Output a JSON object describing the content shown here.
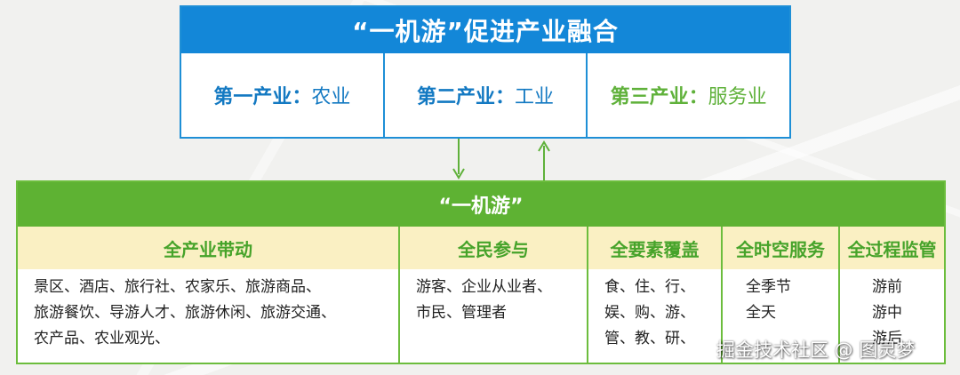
{
  "top": {
    "title": "“一机游”促进产业融合",
    "cells": [
      {
        "label": "第一产业：",
        "value": "农业"
      },
      {
        "label": "第二产业：",
        "value": "工业"
      },
      {
        "label": "第三产业：",
        "value": "服务业"
      }
    ]
  },
  "bottom": {
    "title": "“一机游”",
    "columns": [
      {
        "header": "全产业带动",
        "lines": [
          "景区、酒店、旅行社、农家乐、旅游商品、",
          "旅游餐饮、导游人才、旅游休闲、旅游交通、",
          "农产品、农业观光、"
        ]
      },
      {
        "header": "全民参与",
        "lines": [
          "游客、企业从业者、",
          "市民、管理者"
        ]
      },
      {
        "header": "全要素覆盖",
        "lines": [
          "食、住、行、",
          "娱、购、游、",
          "管、教、研、"
        ]
      },
      {
        "header": "全时空服务",
        "lines": [
          "全季节",
          "全天"
        ]
      },
      {
        "header": "全过程监管",
        "lines": [
          "游前",
          "游中",
          "游后"
        ]
      }
    ]
  },
  "watermark": "掘金技术社区 @ 图灵梦",
  "colors": {
    "blue": "#1387d8",
    "green": "#5eb233",
    "header_bg": "#faf0c3"
  }
}
